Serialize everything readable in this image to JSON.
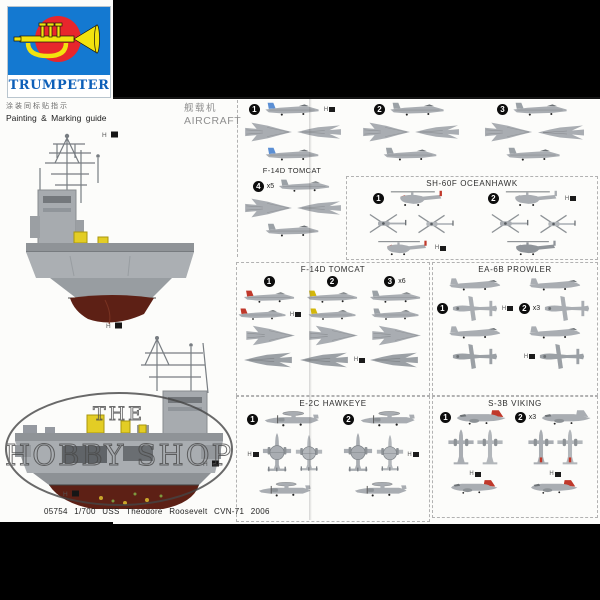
{
  "brand": {
    "name": "TRUMPETER"
  },
  "labels": {
    "guide_cn": "涂装同标贴指示",
    "guide_en": "Painting & Marking guide",
    "aircraft_cn": "舰载机",
    "aircraft_en": "AIRCRAFT"
  },
  "panels": {
    "f14_top": {
      "title": "F-14D TOMCAT",
      "item1": "1",
      "item2": "2",
      "item3": "3",
      "item4": "4",
      "item4_qty": "x5"
    },
    "sh60": {
      "title": "SH-60F OCEANHAWK",
      "item1": "1",
      "item2": "2"
    },
    "f14_mid": {
      "title": "F-14D TOMCAT",
      "item1": "1",
      "item2": "2",
      "item3": "3",
      "item3_qty": "x6"
    },
    "ea6b": {
      "title": "EA-6B PROWLER",
      "item1": "1",
      "item2": "2",
      "item2_qty": "x3"
    },
    "e2c": {
      "title": "E-2C HAWKEYE",
      "item1": "1",
      "item2": "2"
    },
    "s3b": {
      "title": "S-3B VIKING",
      "item1": "1",
      "item2": "2",
      "item2_qty": "x3"
    }
  },
  "callout": {
    "text": "H"
  },
  "watermark": {
    "top": "THE",
    "main": "HOBBY SHOP"
  },
  "footer": {
    "caption": "05754 1/700 USS Theodore Roosevelt CVN-71 2006"
  },
  "colors": {
    "logo_blue": "#1479d1",
    "logo_red": "#e8262c",
    "logo_yellow": "#f2e30e",
    "hull_red": "#5d2015",
    "accent_red": "#c0392b",
    "accent_yellow": "#d4b70a",
    "accent_blue": "#5b8fd4",
    "aircraft_gray": "#a9adb2"
  }
}
